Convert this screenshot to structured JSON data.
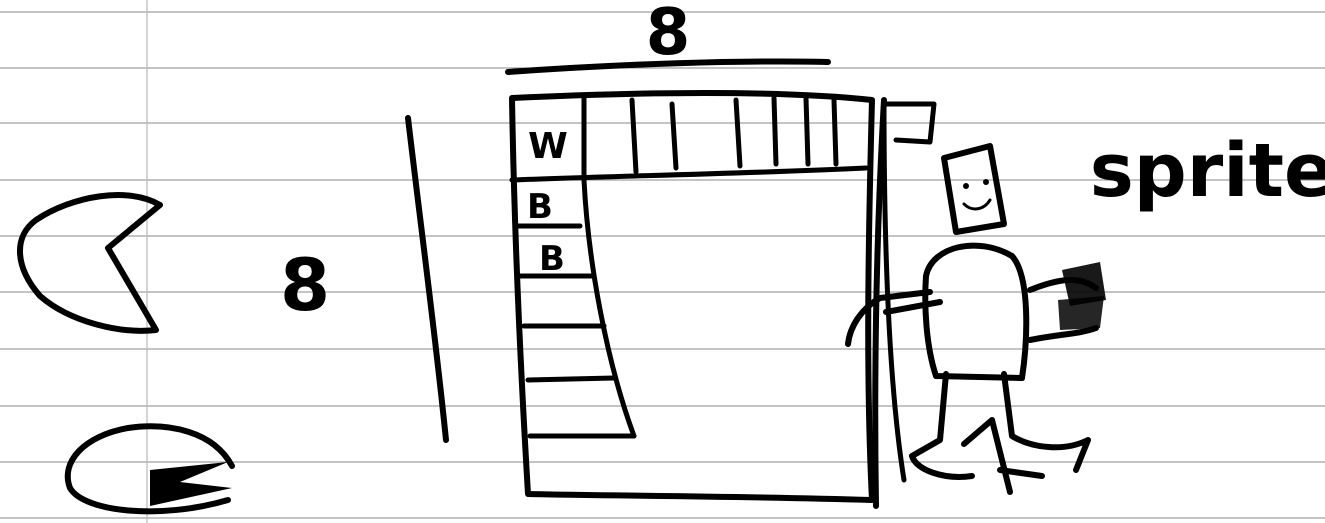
{
  "diagram": {
    "labels": {
      "width": "8",
      "height": "8",
      "cell_w": "W",
      "cell_b1": "B",
      "cell_b2": "B",
      "sprite": "sprite"
    }
  },
  "colors": {
    "paper": "#ffffff",
    "ink": "#000000",
    "rule_lines": "#8a8a8a"
  },
  "icons": [
    "pacman-open-icon",
    "pacman-closed-icon",
    "figure-holding-door-icon"
  ]
}
